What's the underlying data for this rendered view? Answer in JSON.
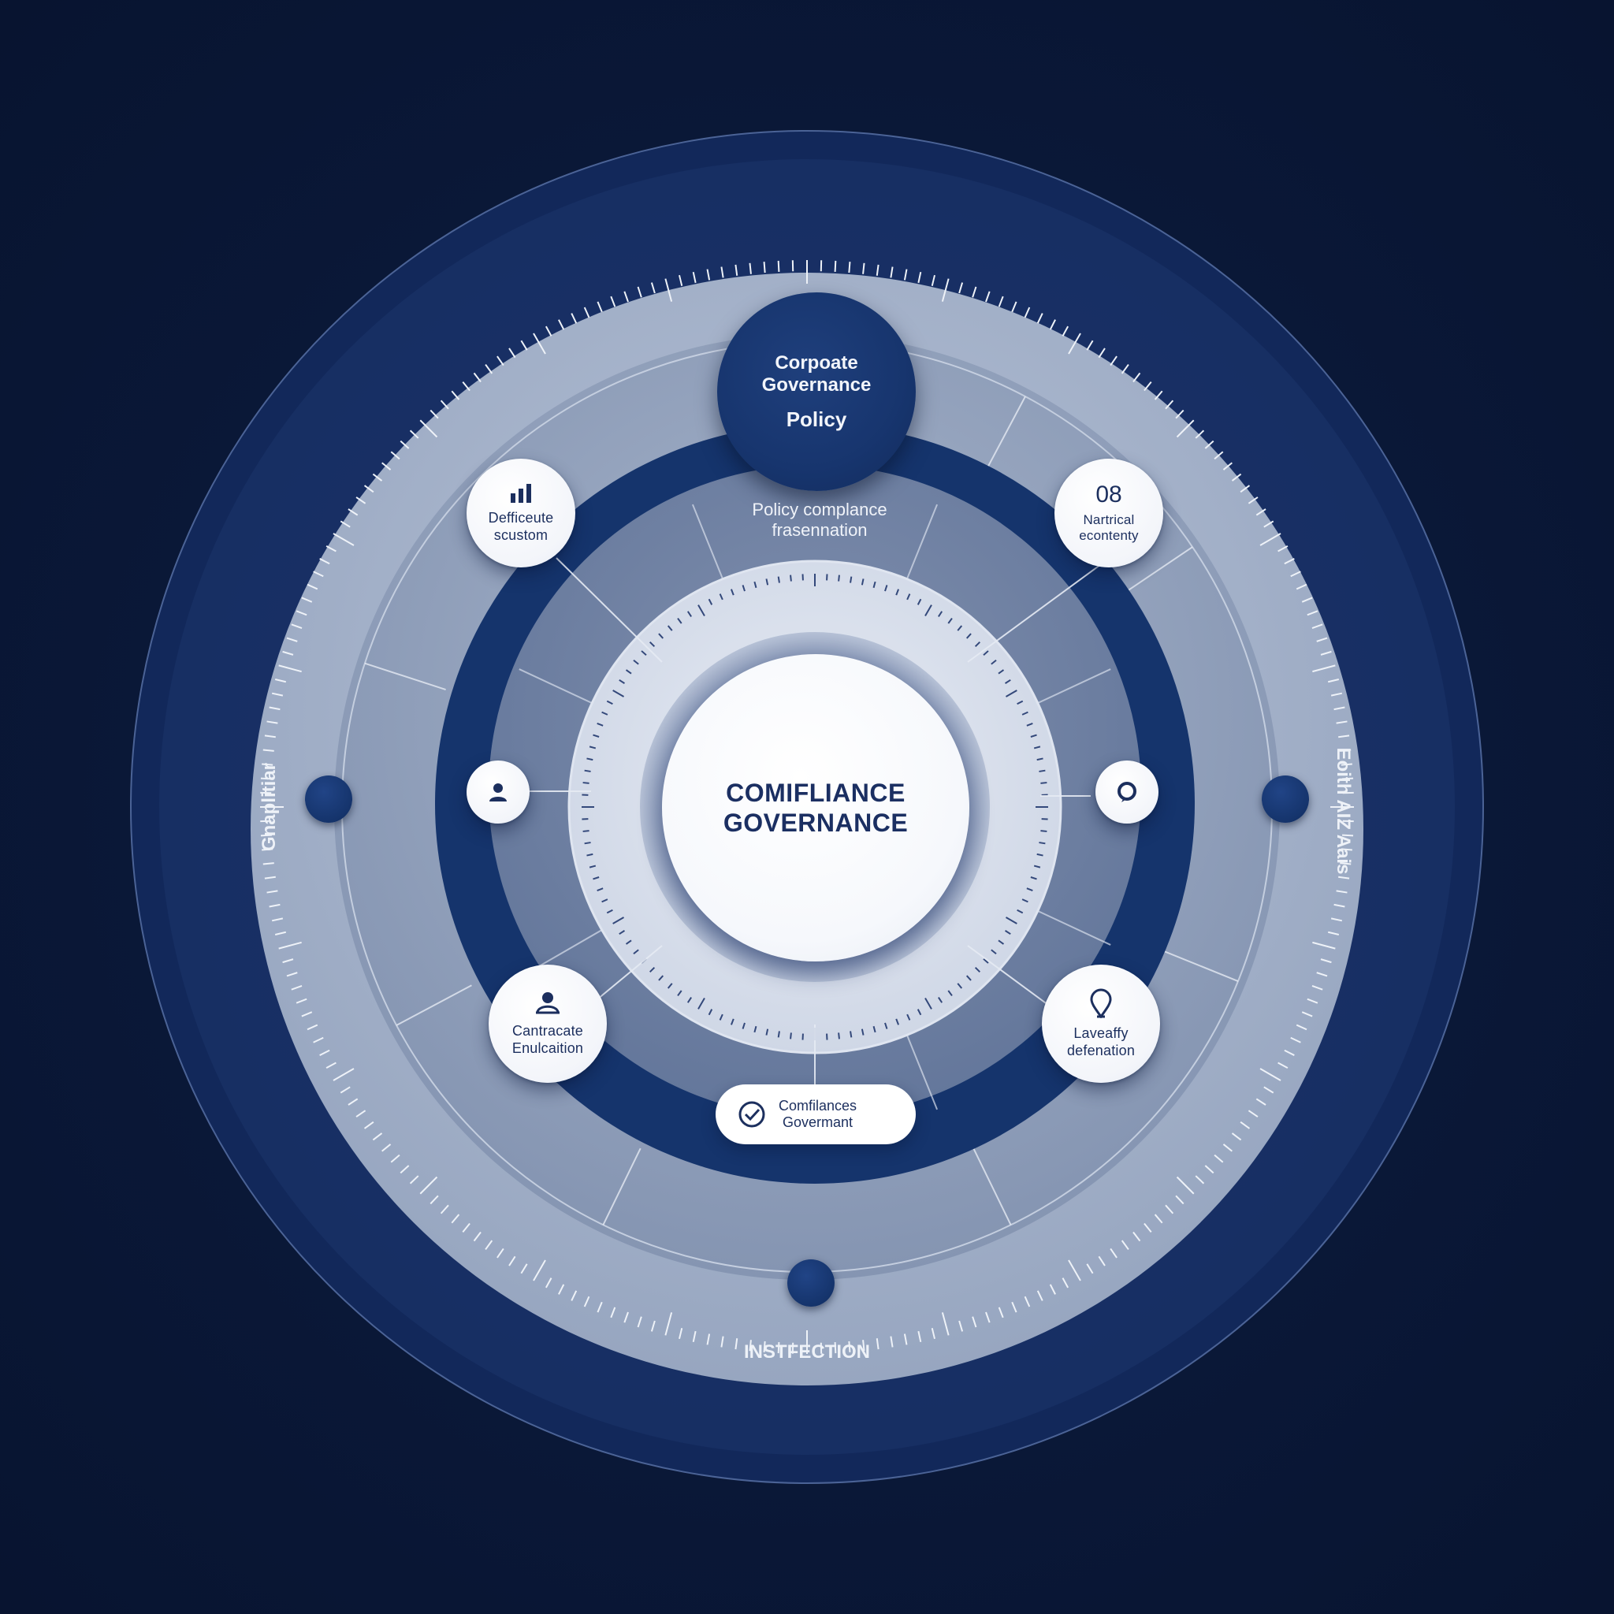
{
  "center": {
    "line1": "COMIFLIANCE",
    "line2": "GOVERNANCE"
  },
  "top_node": {
    "line1": "Corpoate",
    "line2": "Governance",
    "line3": "Policy"
  },
  "mid_ring": {
    "line1": "Policy complance",
    "line2": "frasennation"
  },
  "nodes": {
    "top_left": {
      "icon": "bar-chart-icon",
      "line1": "Defficeute",
      "line2": "scustom"
    },
    "top_right": {
      "number": "08",
      "line1": "Nartrical",
      "line2": "econtenty"
    },
    "left": {
      "icon": "user-icon"
    },
    "right": {
      "icon": "chat-bubble-icon"
    },
    "bottom_left": {
      "icon": "person-icon",
      "line1": "Cantracate",
      "line2": "Enulcaition"
    },
    "bottom_right": {
      "icon": "location-pin-icon",
      "line1": "Laveaffy",
      "line2": "defenation"
    }
  },
  "pill": {
    "icon": "check-circle-icon",
    "line1": "Comfilances",
    "line2": "Govermant"
  },
  "outer_labels": {
    "left": "Gnaplitiar",
    "right": "Eoith AIZ Aais",
    "bottom": "INSTFECTION"
  },
  "colors": {
    "background": "#0a1838",
    "navy": "#17356e",
    "ring_light": "#a9b6cc",
    "ring_mid": "#7888a7",
    "white": "#ffffff"
  }
}
